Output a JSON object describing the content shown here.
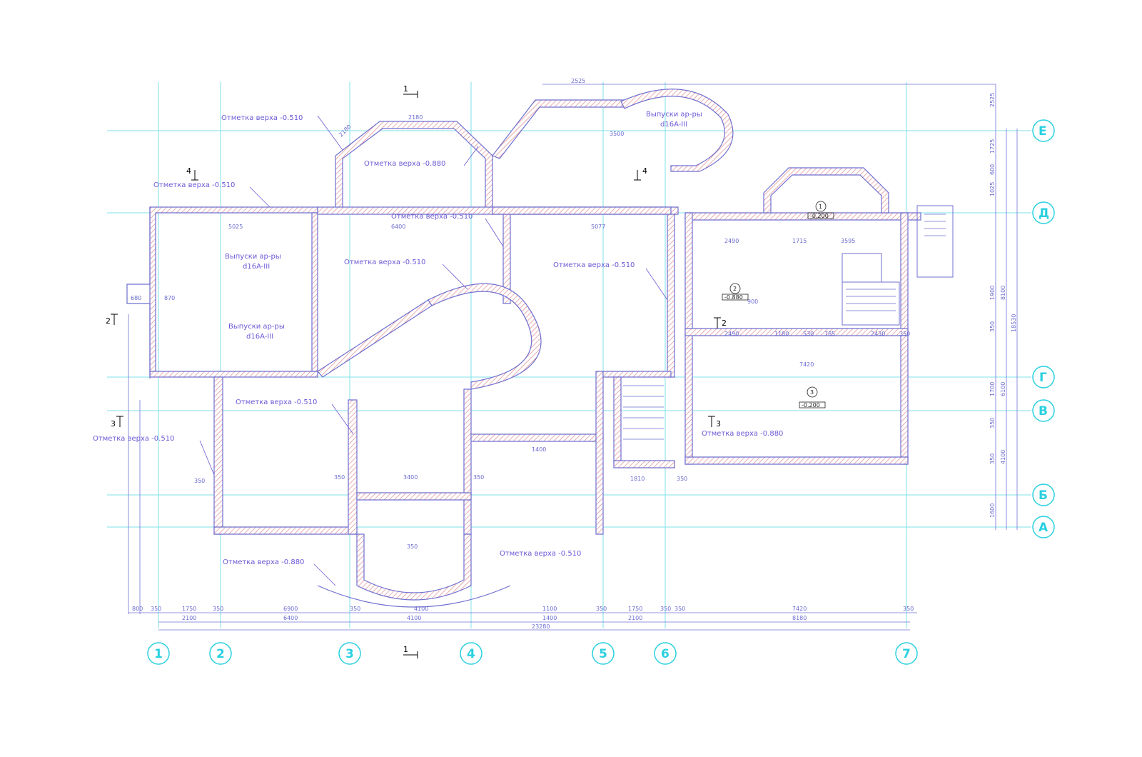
{
  "drawing": {
    "elevations": [
      "Отметка верха -0.510",
      "Отметка верха -0.880",
      "Отметка верха -0.510",
      "Отметка верха -0.510",
      "Отметка верха -0.510",
      "Отметка верха -0.510",
      "Отметка верха -0.510",
      "Отметка верха -0.880",
      "Отметка верха -0.510",
      "Отметка верха -0.880",
      "Отметка верха -0.510"
    ],
    "notes": [
      "Выпуски ар-ры",
      "d16A-III",
      "Выпуски ар-ры",
      "d16A-III",
      "Выпуски ар-ры",
      "d16A-III"
    ],
    "axes_vertical": [
      "1",
      "2",
      "3",
      "4",
      "5",
      "6",
      "7"
    ],
    "axes_horizontal": [
      "Е",
      "Д",
      "Г",
      "В",
      "Б",
      "А"
    ],
    "sections": [
      "1",
      "1",
      "2",
      "2",
      "3",
      "3",
      "4",
      "4"
    ],
    "rooms": [
      {
        "num": "1",
        "level": "-0.200"
      },
      {
        "num": "2",
        "level": "-0.880"
      },
      {
        "num": "3",
        "level": "-0.200"
      }
    ],
    "bottom_dims_row1": [
      "800",
      "350",
      "1750",
      "350",
      "6900",
      "350",
      "4100",
      "1100",
      "350",
      "1750",
      "350",
      "350",
      "7420",
      "350"
    ],
    "bottom_dims_row2": [
      "2100",
      "6400",
      "4100",
      "1400",
      "2100",
      "8180"
    ],
    "bottom_total": "23280",
    "right_dims": [
      "2525",
      "1725",
      "600",
      "1025",
      "8100",
      "1900",
      "350",
      "6100",
      "1700",
      "350",
      "4100",
      "1600",
      "350",
      "18530"
    ],
    "top_dims": [
      "2525",
      "2180",
      "2180",
      "5025",
      "6400",
      "5077",
      "3500"
    ],
    "interior_dims": [
      "2490",
      "1715",
      "3595",
      "2490",
      "1180",
      "530",
      "785",
      "2430",
      "350",
      "7420",
      "680",
      "870",
      "1400",
      "3400",
      "350",
      "350",
      "1810",
      "350",
      "350",
      "350",
      "900"
    ]
  }
}
